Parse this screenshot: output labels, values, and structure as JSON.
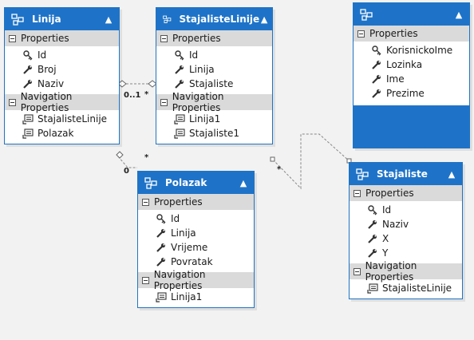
{
  "entities": {
    "linija": {
      "title": "Linija",
      "properties_label": "Properties",
      "properties": [
        {
          "label": "Id",
          "icon": "key-icon"
        },
        {
          "label": "Broj",
          "icon": "wrench-icon"
        },
        {
          "label": "Naziv",
          "icon": "wrench-icon"
        }
      ],
      "navigation_label": "Navigation Properties",
      "navigation": [
        {
          "label": "StajalisteLinije",
          "icon": "navigation-property-icon"
        },
        {
          "label": "Polazak",
          "icon": "navigation-property-icon"
        }
      ]
    },
    "stajaliste_linije": {
      "title": "StajalisteLinije",
      "properties_label": "Properties",
      "properties": [
        {
          "label": "Id",
          "icon": "key-icon"
        },
        {
          "label": "Linija",
          "icon": "wrench-icon"
        },
        {
          "label": "Stajaliste",
          "icon": "wrench-icon"
        }
      ],
      "navigation_label": "Navigation Properties",
      "navigation": [
        {
          "label": "Linija1",
          "icon": "navigation-property-icon"
        },
        {
          "label": "Stajaliste1",
          "icon": "navigation-property-icon"
        }
      ]
    },
    "korisnik": {
      "title": "",
      "properties_label": "Properties",
      "properties": [
        {
          "label": "KorisnickoIme",
          "icon": "key-icon"
        },
        {
          "label": "Lozinka",
          "icon": "wrench-icon"
        },
        {
          "label": "Ime",
          "icon": "wrench-icon"
        },
        {
          "label": "Prezime",
          "icon": "wrench-icon"
        }
      ]
    },
    "polazak": {
      "title": "Polazak",
      "properties_label": "Properties",
      "properties": [
        {
          "label": "Id",
          "icon": "key-icon"
        },
        {
          "label": "Linija",
          "icon": "wrench-icon"
        },
        {
          "label": "Vrijeme",
          "icon": "wrench-icon"
        },
        {
          "label": "Povratak",
          "icon": "wrench-icon"
        }
      ],
      "navigation_label": "Navigation Properties",
      "navigation": [
        {
          "label": "Linija1",
          "icon": "navigation-property-icon"
        }
      ]
    },
    "stajaliste": {
      "title": "Stajaliste",
      "properties_label": "Properties",
      "properties": [
        {
          "label": "Id",
          "icon": "key-icon"
        },
        {
          "label": "Naziv",
          "icon": "wrench-icon"
        },
        {
          "label": "X",
          "icon": "wrench-icon"
        },
        {
          "label": "Y",
          "icon": "wrench-icon"
        }
      ],
      "navigation_label": "Navigation Properties",
      "navigation": [
        {
          "label": "StajalisteLinije",
          "icon": "navigation-property-icon"
        }
      ]
    }
  },
  "multiplicities": {
    "linija_to_sl_left": "0..1",
    "linija_to_sl_right": "*",
    "linija_to_polazak_top": "*",
    "linija_to_polazak_left": "0",
    "sl_to_stajaliste": "*"
  },
  "colors": {
    "header": "#1e73c8",
    "section": "#dadada",
    "background": "#f2f2f2"
  }
}
